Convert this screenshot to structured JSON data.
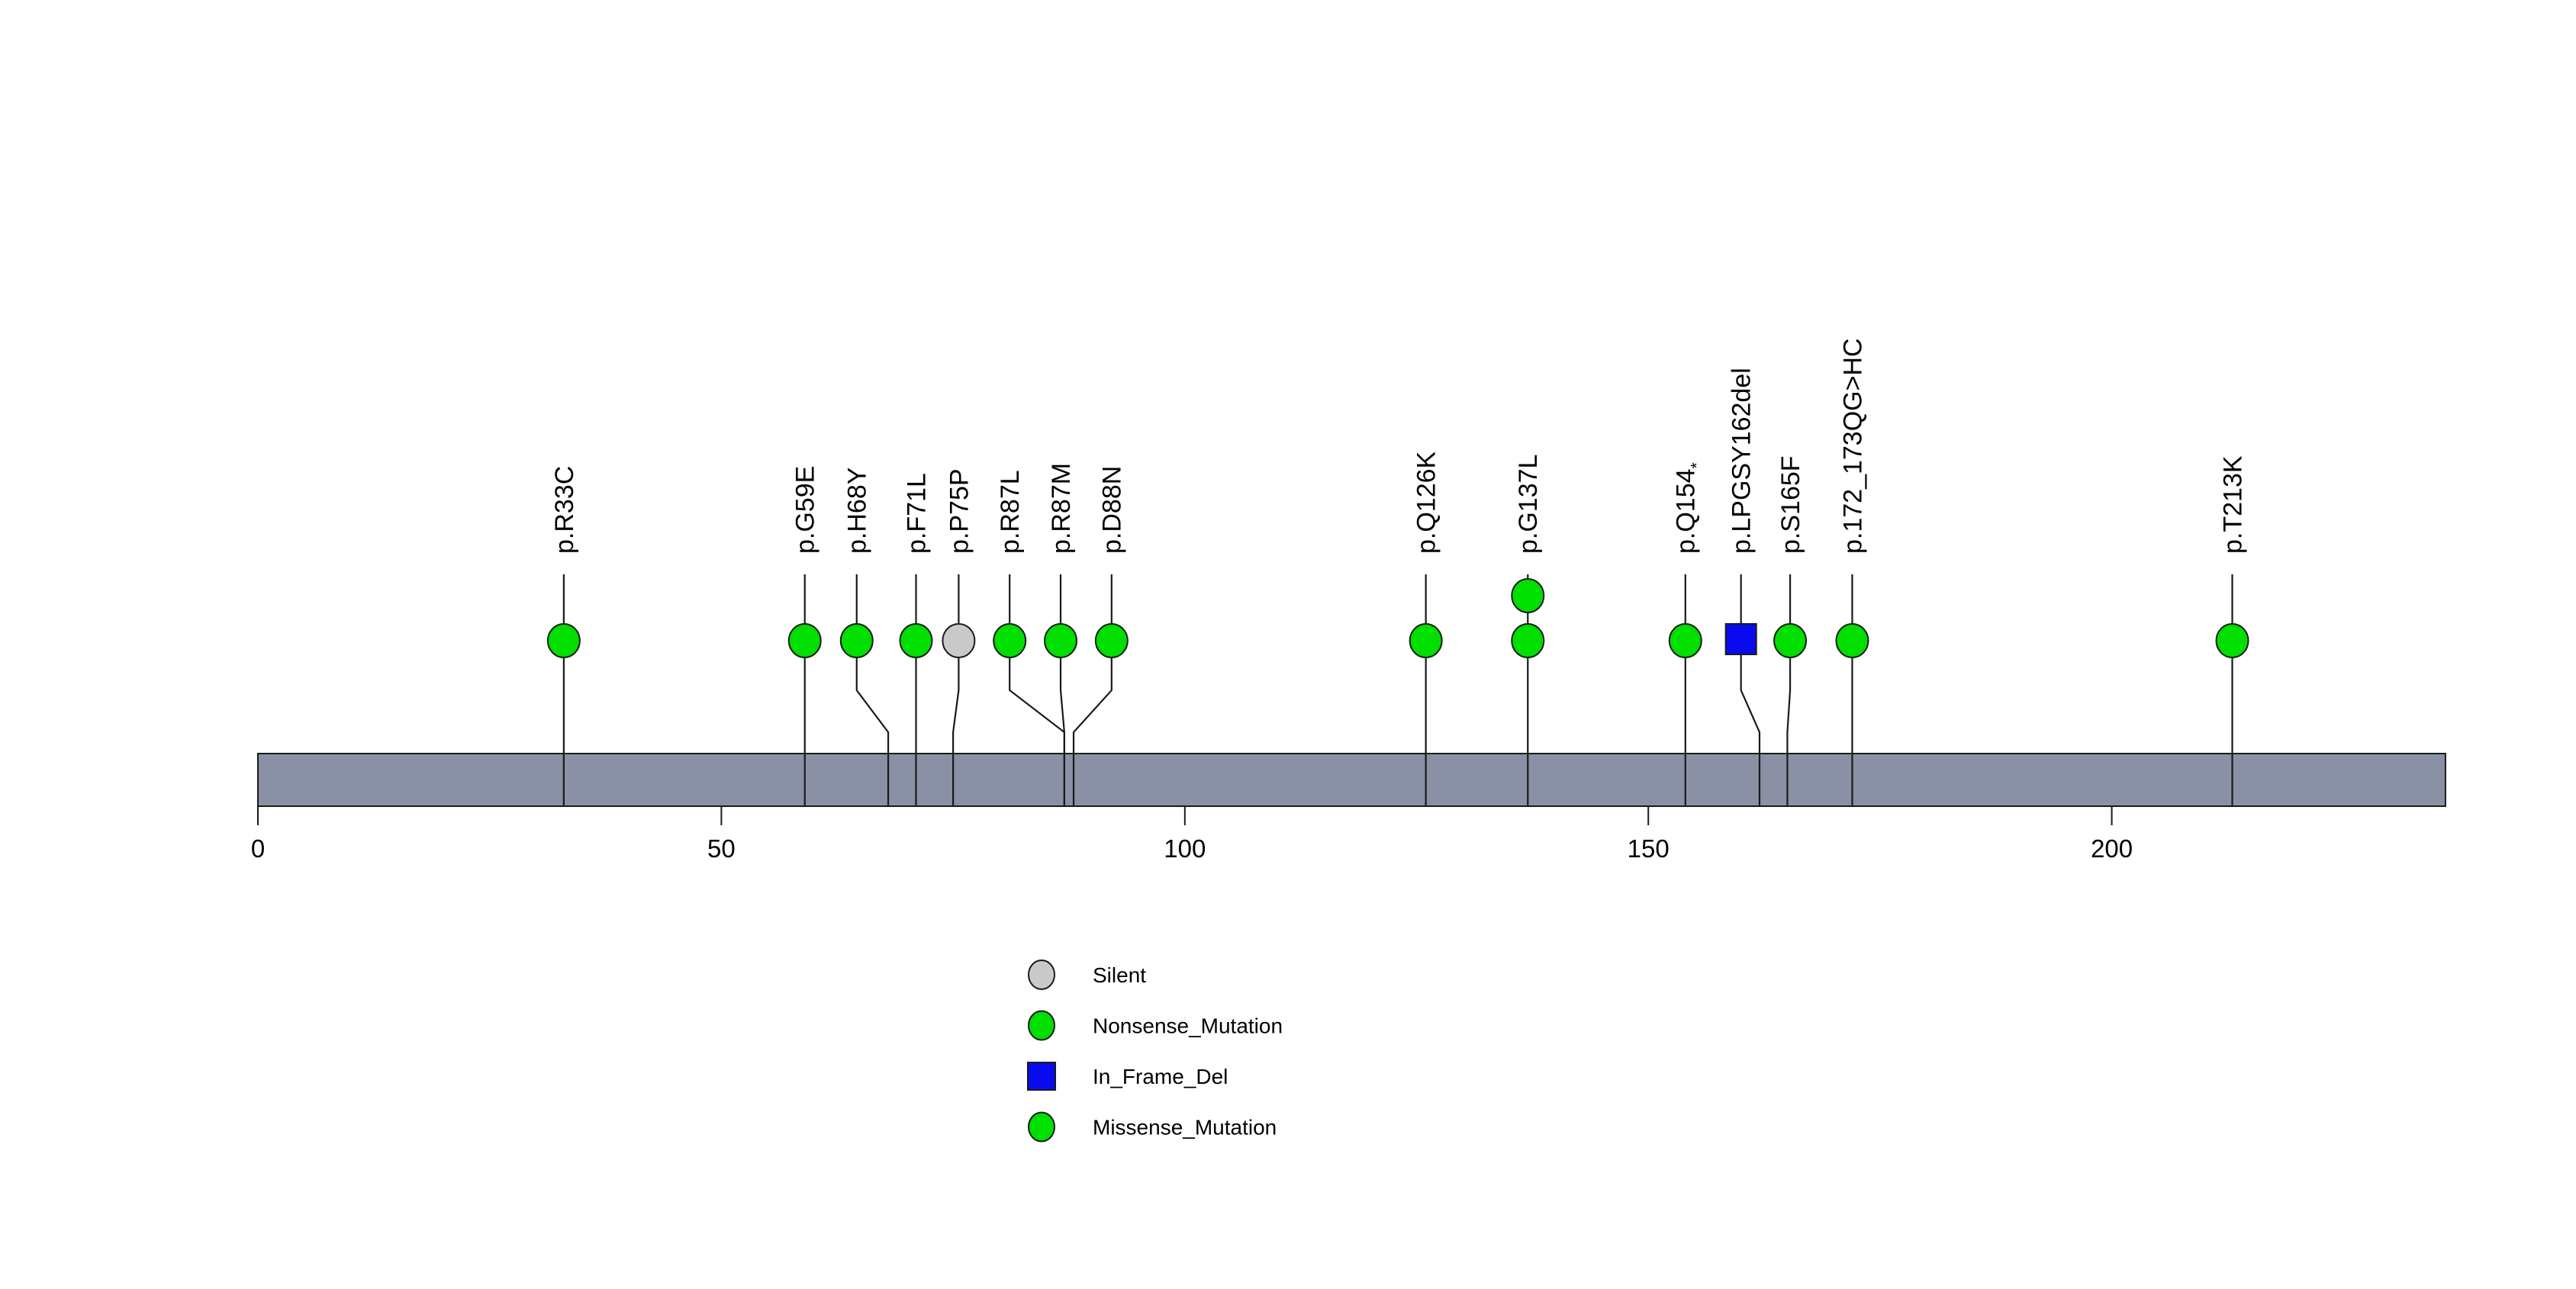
{
  "chart_data": {
    "type": "lollipop",
    "title": "",
    "xlabel": "",
    "ylabel": "",
    "axis": {
      "min": 0,
      "max": 236,
      "ticks": [
        0,
        50,
        100,
        150,
        200
      ],
      "grid": false
    },
    "protein_bar": {
      "start": 0,
      "end": 236,
      "color": "#8B91A4",
      "border_color": "#1a1a1a"
    },
    "classes": {
      "Silent": {
        "shape": "circle",
        "color": "#C9C9C9"
      },
      "Nonsense_Mutation": {
        "shape": "circle",
        "color": "#00DF00"
      },
      "In_Frame_Del": {
        "shape": "square",
        "color": "#0A0AF0"
      },
      "Missense_Mutation": {
        "shape": "circle",
        "color": "#00DF00"
      }
    },
    "mutations": [
      {
        "label": "p.R33C",
        "pos": 33,
        "label_pos": 33,
        "class": "Missense_Mutation",
        "count": 1
      },
      {
        "label": "p.G59E",
        "pos": 59,
        "label_pos": 59,
        "class": "Missense_Mutation",
        "count": 1
      },
      {
        "label": "p.H68Y",
        "pos": 68,
        "label_pos": 64.6,
        "class": "Missense_Mutation",
        "count": 1
      },
      {
        "label": "p.F71L",
        "pos": 71,
        "label_pos": 71,
        "class": "Missense_Mutation",
        "count": 1
      },
      {
        "label": "p.P75P",
        "pos": 75,
        "label_pos": 75.6,
        "class": "Silent",
        "count": 1
      },
      {
        "label": "p.R87L",
        "pos": 87,
        "label_pos": 81.1,
        "class": "Missense_Mutation",
        "count": 1
      },
      {
        "label": "p.R87M",
        "pos": 87,
        "label_pos": 86.6,
        "class": "Missense_Mutation",
        "count": 1
      },
      {
        "label": "p.D88N",
        "pos": 88,
        "label_pos": 92.1,
        "class": "Missense_Mutation",
        "count": 1
      },
      {
        "label": "p.Q126K",
        "pos": 126,
        "label_pos": 126,
        "class": "Missense_Mutation",
        "count": 1
      },
      {
        "label": "p.G137L",
        "pos": 137,
        "label_pos": 137,
        "class": "Missense_Mutation",
        "count": 2
      },
      {
        "label": "p.Q154*",
        "pos": 154,
        "label_pos": 154,
        "class": "Nonsense_Mutation",
        "count": 1
      },
      {
        "label": "p.LPGSY162del",
        "pos": 162,
        "label_pos": 160,
        "class": "In_Frame_Del",
        "count": 1
      },
      {
        "label": "p.S165F",
        "pos": 165,
        "label_pos": 165.3,
        "class": "Missense_Mutation",
        "count": 1
      },
      {
        "label": "p.172_173QG>HC",
        "pos": 172,
        "label_pos": 172,
        "class": "Missense_Mutation",
        "count": 1
      },
      {
        "label": "p.T213K",
        "pos": 213,
        "label_pos": 213,
        "class": "Missense_Mutation",
        "count": 1
      }
    ],
    "legend": [
      {
        "label": "Silent",
        "class": "Silent"
      },
      {
        "label": "Nonsense_Mutation",
        "class": "Nonsense_Mutation"
      },
      {
        "label": "In_Frame_Del",
        "class": "In_Frame_Del"
      },
      {
        "label": "Missense_Mutation",
        "class": "Missense_Mutation"
      }
    ],
    "stem_color": "#1a1a1a",
    "background_color": "#ffffff"
  }
}
